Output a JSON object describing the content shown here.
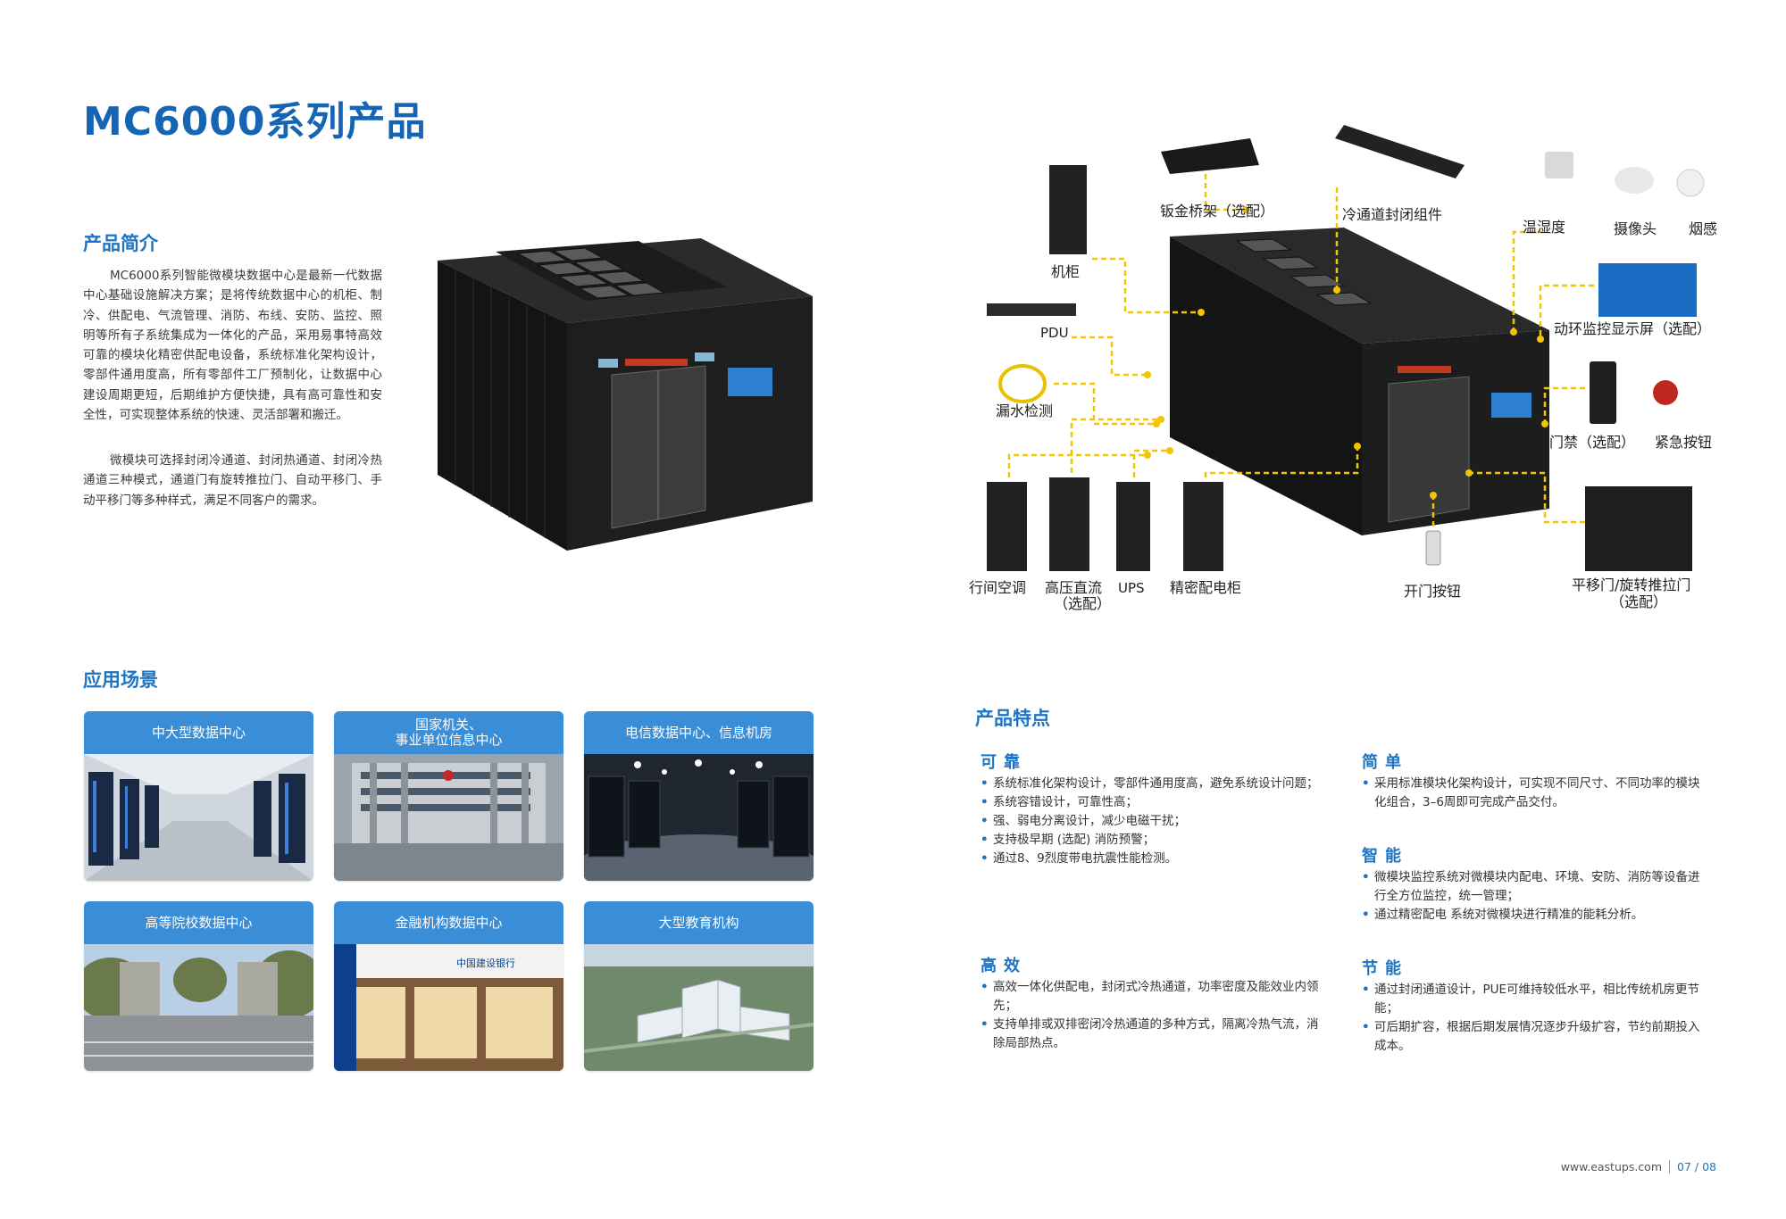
{
  "title": "MC6000系列产品",
  "intro": {
    "title": "产品简介",
    "p1": "MC6000系列智能微模块数据中心是最新一代数据中心基础设施解决方案；是将传统数据中心的机柜、制冷、供配电、气流管理、消防、布线、安防、监控、照明等所有子系统集成为一体化的产品，采用易事特高效可靠的模块化精密供配电设备，系统标准化架构设计，零部件通用度高，所有零部件工厂预制化，让数据中心建设周期更短，后期维护方便快捷，具有高可靠性和安全性，可实现整体系统的快速、灵活部署和搬迁。",
    "p2": "微模块可选择封闭冷通道、封闭热通道、封闭冷热通道三种模式，通道门有旋转推拉门、自动平移门、手动平移门等多种样式，满足不同客户的需求。"
  },
  "diagram": {
    "labels": {
      "bridge": "钣金桥架（选配）",
      "cold_aisle": "冷通道封闭组件",
      "temp_hum": "温湿度",
      "camera": "摄像头",
      "smoke": "烟感",
      "cabinet": "机柜",
      "pdu": "PDU",
      "display": "动环监控显示屏（选配）",
      "leak": "漏水检测",
      "access": "门禁（选配）",
      "emergency": "紧急按钮",
      "ac": "行间空调",
      "hvdc": "高压直流",
      "hvdc_note": "（选配）",
      "ups": "UPS",
      "pdc": "精密配电柜",
      "open_btn": "开门按钮",
      "door": "平移门/旋转推拉门",
      "door_note": "（选配）"
    }
  },
  "applications": {
    "title": "应用场景",
    "cards": [
      {
        "label": "中大型数据中心"
      },
      {
        "label": "国家机关、\n事业单位信息中心"
      },
      {
        "label": "电信数据中心、信息机房"
      },
      {
        "label": "高等院校数据中心"
      },
      {
        "label": "金融机构数据中心"
      },
      {
        "label": "大型教育机构"
      }
    ],
    "bank_sign": "中国建设银行"
  },
  "features": {
    "title": "产品特点",
    "groups": [
      {
        "title": "可靠",
        "items": [
          "系统标准化架构设计，零部件通用度高，避免系统设计问题；",
          "系统容错设计，可靠性高；",
          "强、弱电分离设计，减少电磁干扰；",
          "支持极早期 (选配) 消防预警；",
          "通过8、9烈度带电抗震性能检测。"
        ]
      },
      {
        "title": "简单",
        "items": [
          "采用标准模块化架构设计，可实现不同尺寸、不同功率的模块化组合，3–6周即可完成产品交付。"
        ]
      },
      {
        "title": "智能",
        "items": [
          "微模块监控系统对微模块内配电、环境、安防、消防等设备进行全方位监控，统一管理；",
          "通过精密配电 系统对微模块进行精准的能耗分析。"
        ]
      },
      {
        "title": "高效",
        "items": [
          "高效一体化供配电，封闭式冷热通道，功率密度及能效业内领先；",
          "支持单排或双排密闭冷热通道的多种方式，隔离冷热气流，消除局部热点。"
        ]
      },
      {
        "title": "节能",
        "items": [
          "通过封闭通道设计，PUE可维持较低水平，相比传统机房更节能；",
          "可后期扩容，根据后期发展情况逐步升级扩容，节约前期投入成本。"
        ]
      }
    ]
  },
  "footer": {
    "url": "www.eastups.com",
    "pages": "07 / 08"
  },
  "colors": {
    "brand_blue": "#1565b4",
    "card_blue": "#3a8ed8",
    "leader_yellow": "#f2c500"
  }
}
